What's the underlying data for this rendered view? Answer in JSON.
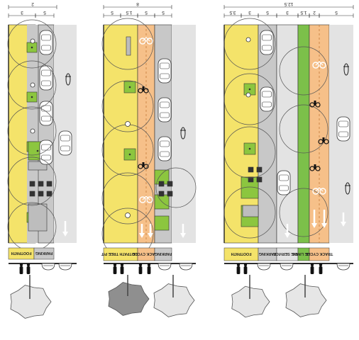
{
  "colors": {
    "footpath": "#f4e36a",
    "parking": "#c8c8c8",
    "carriageway": "#e3e3e3",
    "cycle_track": "#f6c089",
    "tree_strip": "#7cc04a",
    "green_patch": "#8cc63f",
    "outline": "#333333"
  },
  "panels": [
    {
      "id": "panel-1",
      "overall_dim": "2",
      "sub_dims": [
        "3",
        "5"
      ],
      "labels": [
        "FOOTPATH",
        "PARKING"
      ]
    },
    {
      "id": "panel-2",
      "overall_dim": "8",
      "sub_dims": [
        "5",
        "1.5",
        "5",
        "5"
      ],
      "labels": [
        "FOOTPATH TREE PIT",
        "TRACK CYCLE",
        "PARKING"
      ]
    },
    {
      "id": "panel-3",
      "overall_dim": "12.5",
      "sub_dims": [
        "3.5",
        "3",
        "5",
        "3",
        "1.5",
        "2",
        "5"
      ],
      "labels": [
        "FOOTPATH",
        "PARKING",
        "LANE SERVICE",
        "TREE LINES",
        "TRACK CYCLE"
      ]
    }
  ],
  "icons": [
    "car-icon",
    "cyclist-icon",
    "bicycle-stencil-icon",
    "arrow-icon",
    "tree-icon",
    "person-icon"
  ]
}
